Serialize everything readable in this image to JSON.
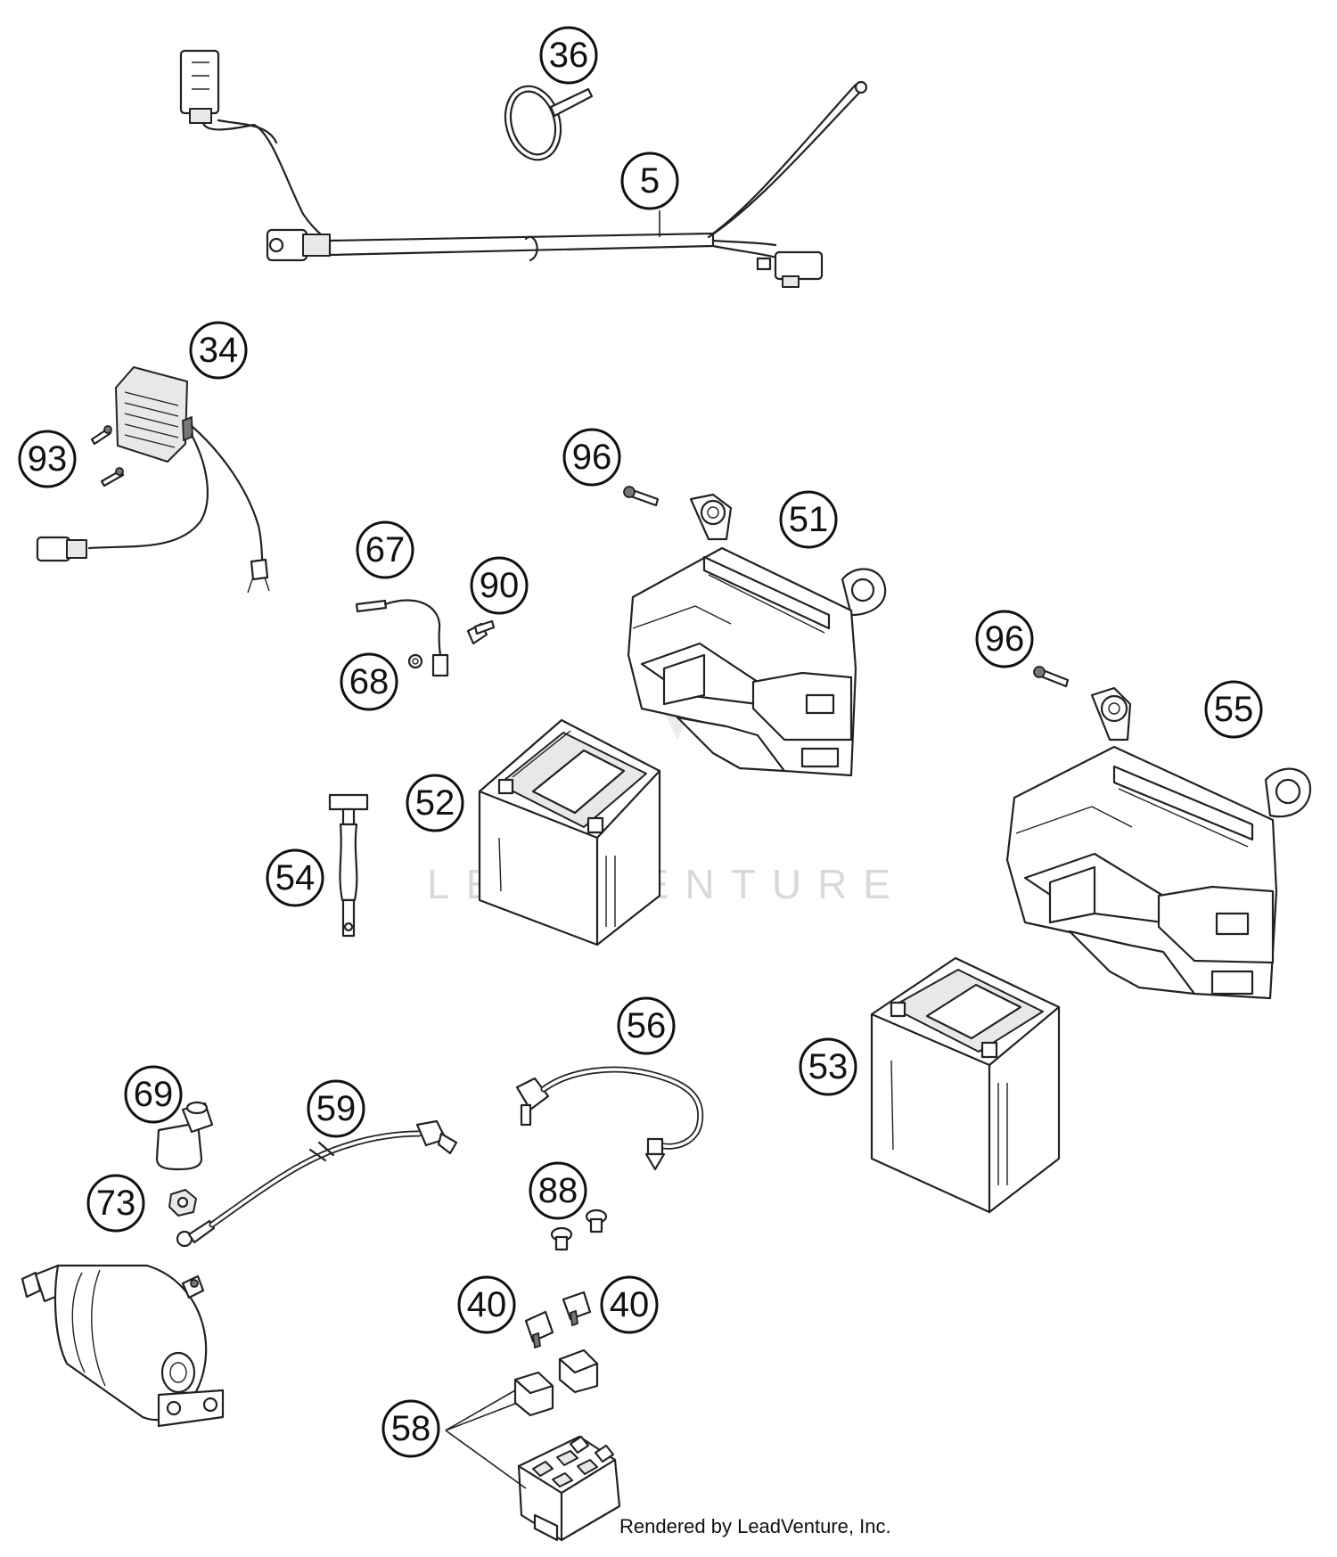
{
  "diagram": {
    "callouts": [
      {
        "id": "c36",
        "label": "36"
      },
      {
        "id": "c5",
        "label": "5"
      },
      {
        "id": "c34",
        "label": "34"
      },
      {
        "id": "c93",
        "label": "93"
      },
      {
        "id": "c96a",
        "label": "96"
      },
      {
        "id": "c51",
        "label": "51"
      },
      {
        "id": "c67",
        "label": "67"
      },
      {
        "id": "c90",
        "label": "90"
      },
      {
        "id": "c68",
        "label": "68"
      },
      {
        "id": "c96b",
        "label": "96"
      },
      {
        "id": "c55",
        "label": "55"
      },
      {
        "id": "c52",
        "label": "52"
      },
      {
        "id": "c54",
        "label": "54"
      },
      {
        "id": "c56",
        "label": "56"
      },
      {
        "id": "c53",
        "label": "53"
      },
      {
        "id": "c69",
        "label": "69"
      },
      {
        "id": "c59",
        "label": "59"
      },
      {
        "id": "c73",
        "label": "73"
      },
      {
        "id": "c88",
        "label": "88"
      },
      {
        "id": "c40a",
        "label": "40"
      },
      {
        "id": "c40b",
        "label": "40"
      },
      {
        "id": "c58",
        "label": "58"
      }
    ],
    "watermark": "LEADVENTURE",
    "credit": "Rendered by LeadVenture, Inc."
  }
}
